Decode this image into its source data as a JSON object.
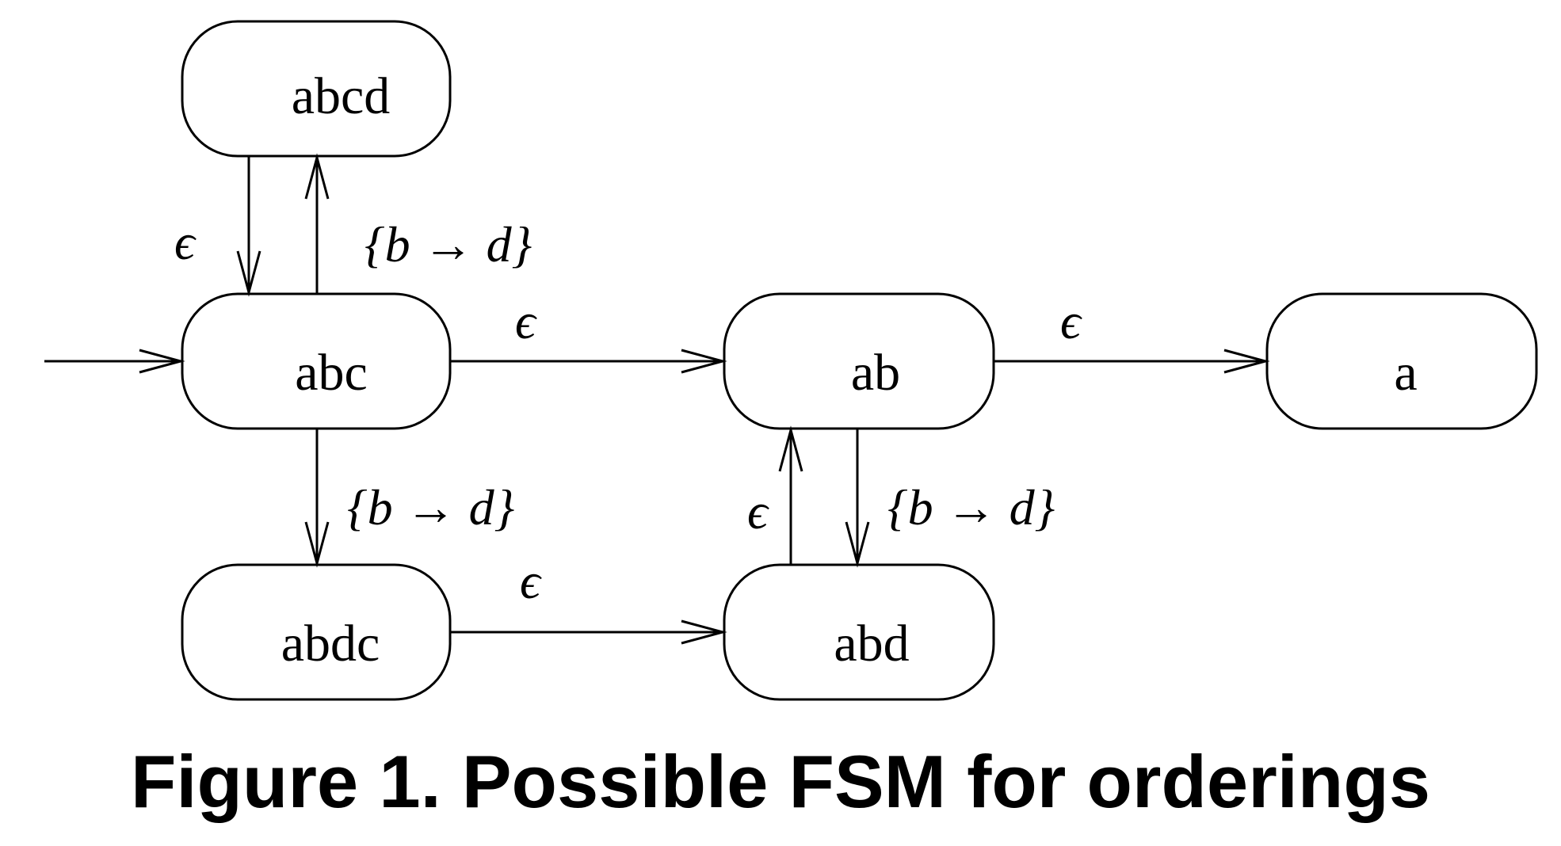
{
  "states": [
    {
      "id": "abcd",
      "label": "abcd"
    },
    {
      "id": "abc",
      "label": "abc"
    },
    {
      "id": "abdc",
      "label": "abdc"
    },
    {
      "id": "ab",
      "label": "ab"
    },
    {
      "id": "abd",
      "label": "abd"
    },
    {
      "id": "a",
      "label": "a"
    }
  ],
  "transitions": [
    {
      "from": "abcd",
      "to": "abc",
      "label": "ϵ"
    },
    {
      "from": "abc",
      "to": "abcd",
      "label": "{b → d}"
    },
    {
      "from": "abc",
      "to": "ab",
      "label": "ϵ"
    },
    {
      "from": "abc",
      "to": "abdc",
      "label": "{b → d}"
    },
    {
      "from": "abdc",
      "to": "abd",
      "label": "ϵ"
    },
    {
      "from": "abd",
      "to": "ab",
      "label": "ϵ"
    },
    {
      "from": "ab",
      "to": "abd",
      "label": "{b → d}"
    },
    {
      "from": "ab",
      "to": "a",
      "label": "ϵ"
    }
  ],
  "initial_state": "abc",
  "caption": "Figure 1. Possible FSM for orderings"
}
